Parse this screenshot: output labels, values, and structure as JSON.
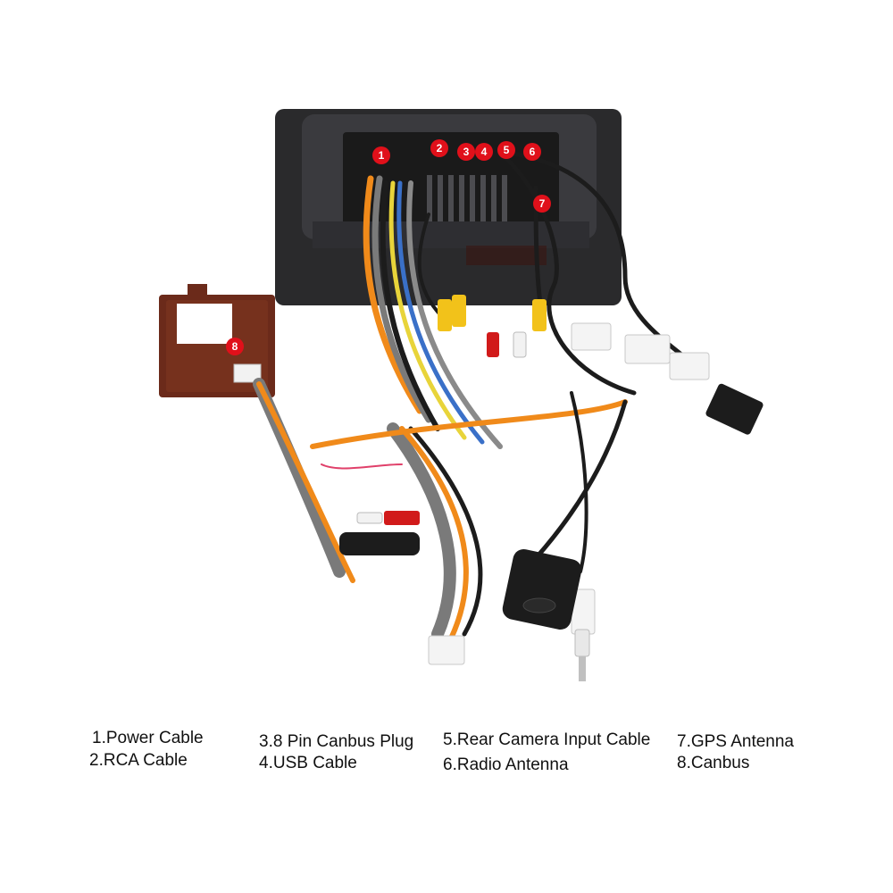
{
  "markers": [
    "1",
    "2",
    "3",
    "4",
    "5",
    "6",
    "7",
    "8"
  ],
  "legend": [
    "1.Power Cable",
    "2.RCA Cable",
    "3.8 Pin Canbus Plug",
    "4.USB Cable",
    "5.Rear Camera Input Cable",
    "6.Radio Antenna",
    "7.GPS Antenna",
    "8.Canbus"
  ],
  "colors": {
    "unit": "#2a2a2c",
    "marker": "#e0101a",
    "canbus_box": "#6b2a1a",
    "rca_yellow": "#f2c21a",
    "rca_red": "#d11a1a",
    "cable_black": "#1c1c1c",
    "wire_orange": "#f08a1a"
  }
}
